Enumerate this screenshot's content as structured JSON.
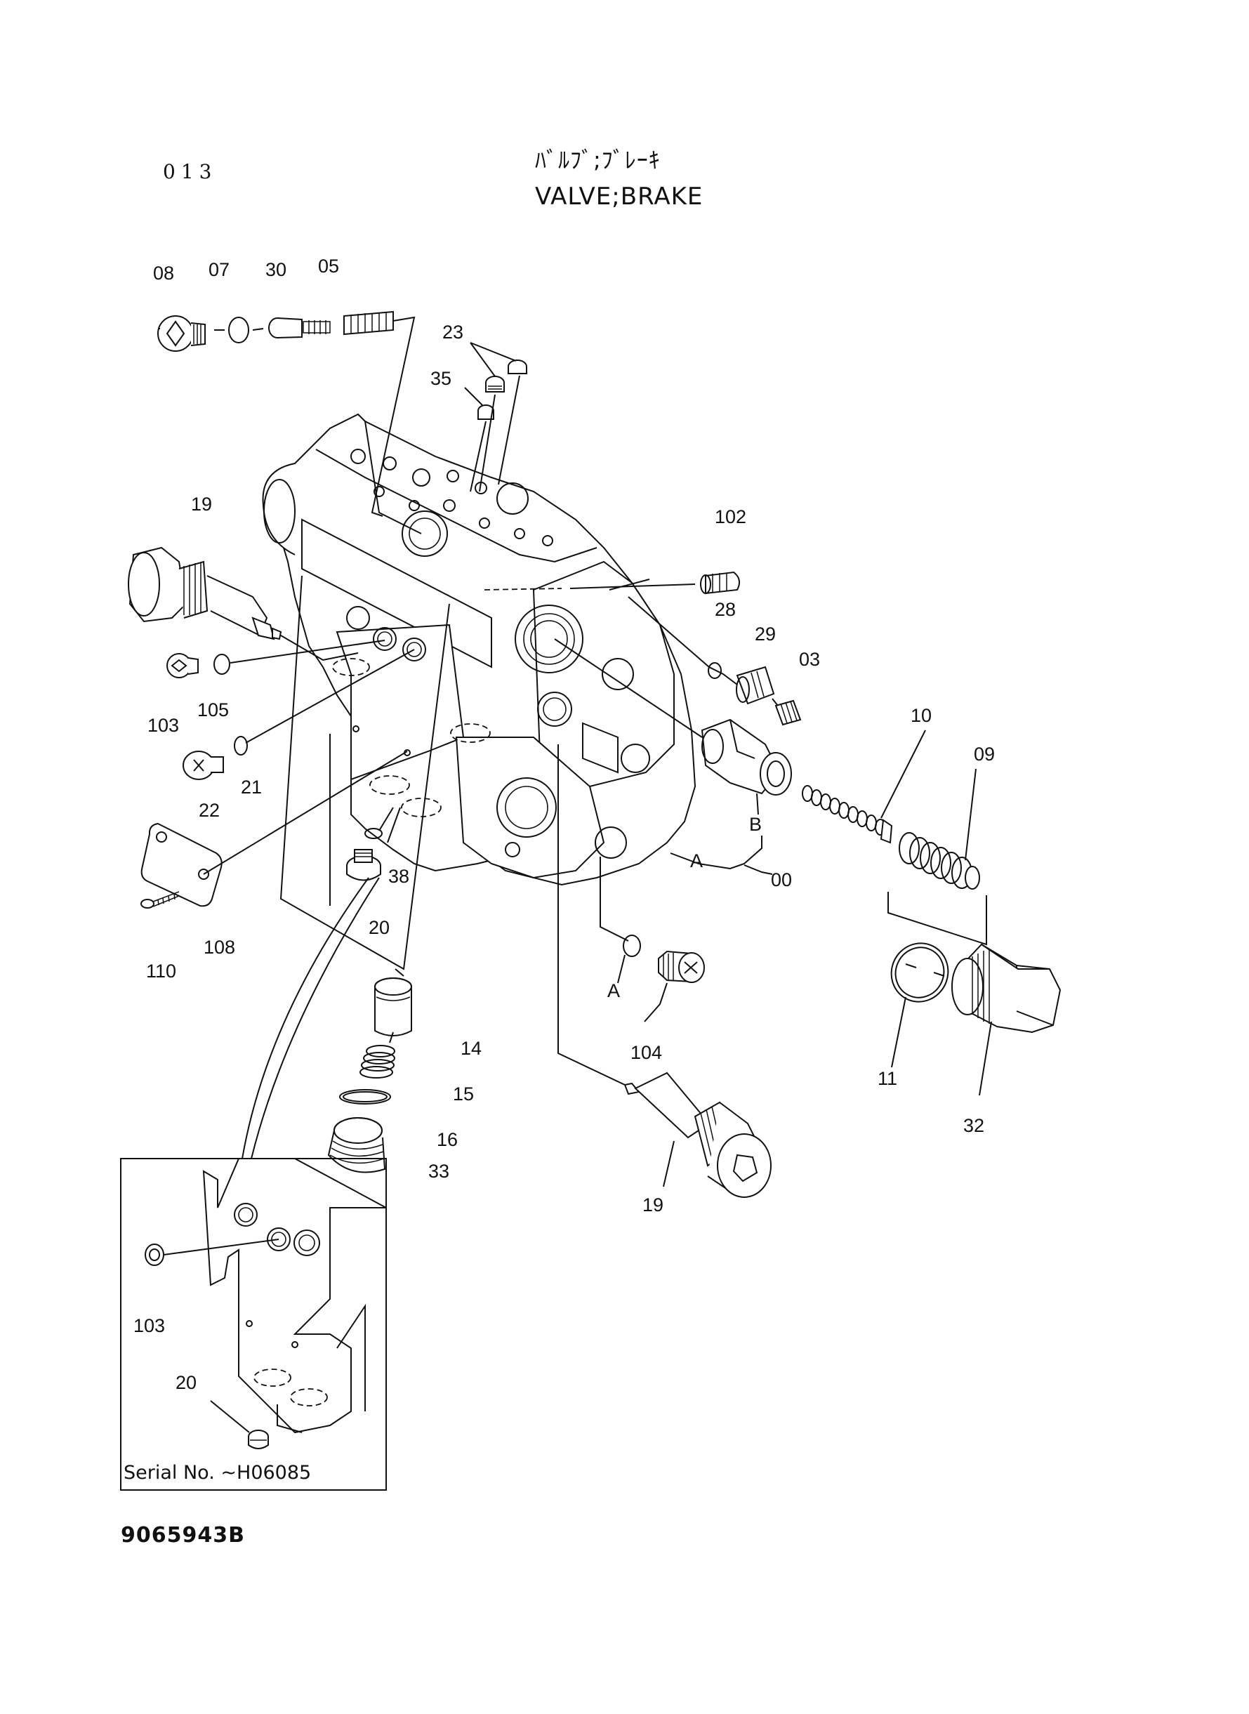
{
  "header": {
    "page_code": "013",
    "title_jp": "ﾊﾞﾙﾌﾞ;ﾌﾞﾚｰｷ",
    "title_en": "VALVE;BRAKE"
  },
  "parts": [
    "08",
    "07",
    "30",
    "05",
    "23",
    "35",
    "19",
    "102",
    "28",
    "29",
    "03",
    "10",
    "09",
    "103",
    "105",
    "22",
    "21",
    "108",
    "110",
    "38",
    "20",
    "A",
    "B",
    "00",
    "14",
    "15",
    "16",
    "33",
    "104",
    "A",
    "11",
    "32",
    "19"
  ],
  "inset": {
    "parts": [
      "103",
      "20"
    ],
    "serial": "Serial No. ~H06085"
  },
  "footer": {
    "drawing_number": "9065943B"
  }
}
